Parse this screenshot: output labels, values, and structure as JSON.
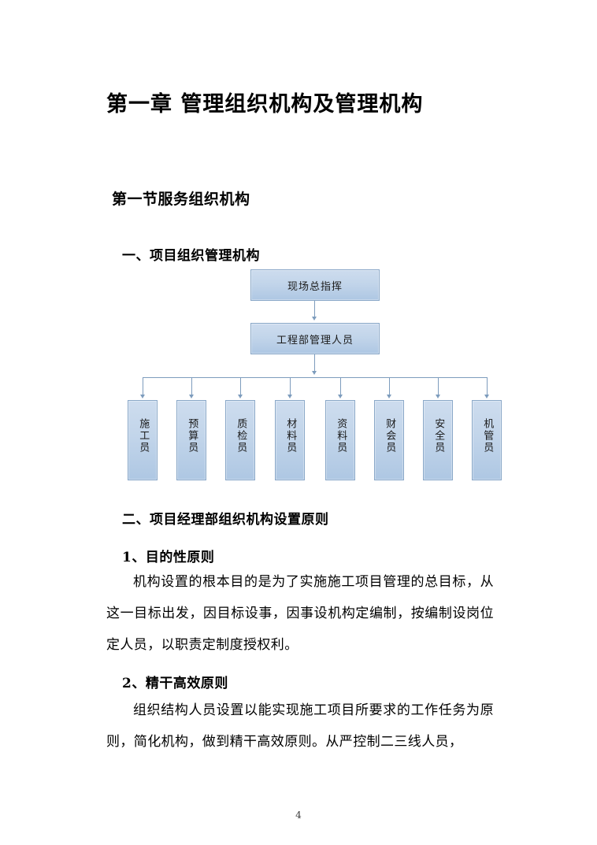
{
  "document": {
    "title": "第一章  管理组织机构及管理机构",
    "section_title": "第一节服务组织机构",
    "sub_title": "一、项目组织管理机构",
    "page_number": "4"
  },
  "org_chart": {
    "top_nodes": [
      {
        "label": "现场总指挥"
      },
      {
        "label": "工程部管理人员"
      }
    ],
    "leaf_nodes": [
      {
        "label": "施工员"
      },
      {
        "label": "预算员"
      },
      {
        "label": "质检员"
      },
      {
        "label": "材料员"
      },
      {
        "label": "资料员"
      },
      {
        "label": "财会员"
      },
      {
        "label": "安全员"
      },
      {
        "label": "机管员"
      }
    ],
    "colors": {
      "box_fill_top": "#cddcee",
      "box_fill_bottom": "#aec7e3",
      "box_border": "#8aa8c8",
      "connector": "#7d9cbd"
    }
  },
  "body": {
    "heading_2": "二、项目经理部组织机构设置原则",
    "heading_2_1": "1、目的性原则",
    "paragraph_1": "机构设置的根本目的是为了实施施工项目管理的总目标，从这一目标出发，因目标设事，因事设机构定编制，按编制设岗位定人员，以职责定制度授权利。",
    "heading_2_2": "2、精干高效原则",
    "paragraph_2": "组织结构人员设置以能实现施工项目所要求的工作任务为原则，简化机构，做到精干高效原则。从严控制二三线人员，"
  }
}
